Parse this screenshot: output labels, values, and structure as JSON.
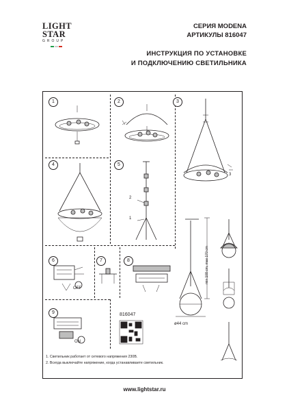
{
  "logo": {
    "line1": "LIGHT",
    "line2": "STAR",
    "line3": "GROUP",
    "flag": [
      "#1e9e4a",
      "#ffffff",
      "#d52b1e"
    ]
  },
  "header": {
    "series": "СЕРИЯ MODENA",
    "articles": "АРТИКУЛЫ 816047",
    "title_line1": "ИНСТРУКЦИЯ ПО УСТАНОВКЕ",
    "title_line2": "И ПОДКЛЮЧЕНИЮ СВЕТИЛЬНИКА"
  },
  "steps": [
    "1",
    "2",
    "3",
    "4",
    "5",
    "6",
    "7",
    "8",
    "9"
  ],
  "labels": {
    "off": "OFF",
    "on": "ON",
    "part_1": "1",
    "part_2": "2",
    "part_3": "3",
    "model": "816047",
    "diameter": "ø44 cm",
    "height": "min 108 cm, max 170 cm"
  },
  "notes": [
    "1. Светильник работает от сетевого напряжения 230В.",
    "2. Всегда выключайте напряжение, когда устанавливаете светильник."
  ],
  "footer": {
    "url": "www.lightstar.ru"
  }
}
